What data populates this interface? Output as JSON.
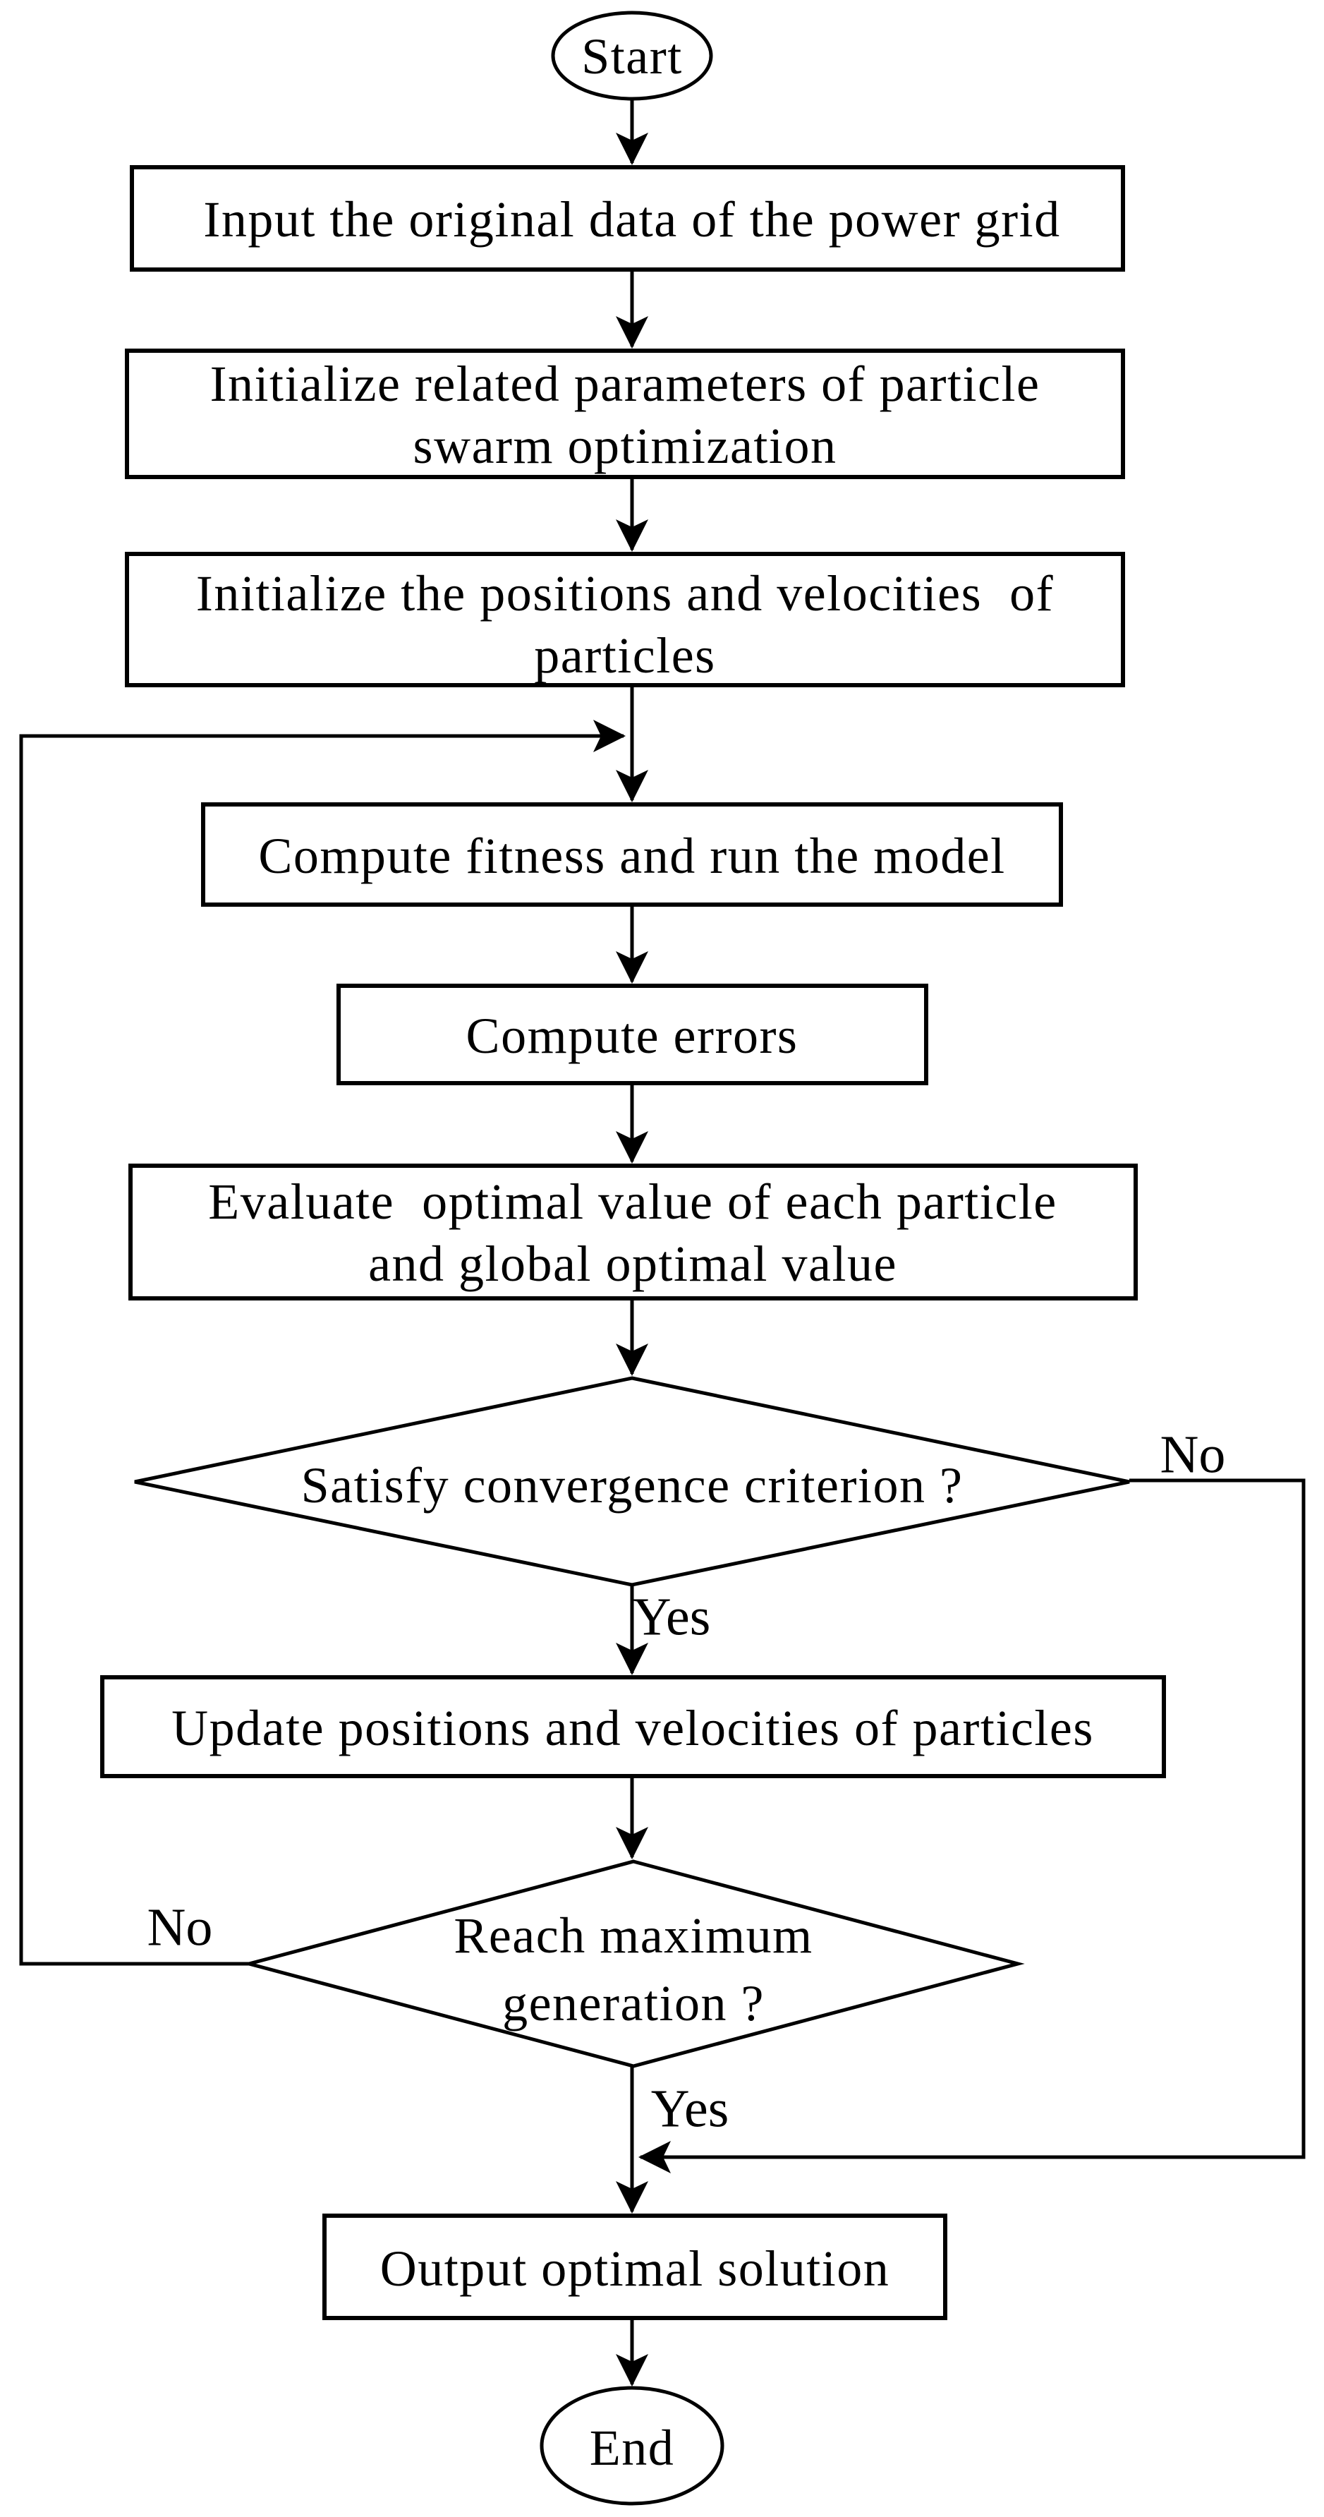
{
  "figure": {
    "type": "flowchart",
    "colors": {
      "background": "#ffffff",
      "stroke": "#000000",
      "text": "#000000"
    },
    "nodes": {
      "start": {
        "shape": "terminator",
        "label": "Start"
      },
      "input_data": {
        "shape": "process",
        "label": "Input the original data of the power grid"
      },
      "init_params": {
        "shape": "process",
        "line1": "Initialize related parameters of particle",
        "line2": "swarm optimization"
      },
      "init_positions": {
        "shape": "process",
        "line1": "Initialize the positions and velocities  of",
        "line2": "particles"
      },
      "compute_fitness": {
        "shape": "process",
        "label": "Compute fitness and run the model"
      },
      "compute_errors": {
        "shape": "process",
        "label": "Compute errors"
      },
      "evaluate_optimal": {
        "shape": "process",
        "line1": "Evaluate  optimal value of each particle",
        "line2": "and global optimal value"
      },
      "convergence_decision": {
        "shape": "decision",
        "label": "Satisfy convergence criterion ?"
      },
      "update_particles": {
        "shape": "process",
        "label": "Update positions and velocities of particles"
      },
      "generation_decision": {
        "shape": "decision",
        "line1": "Reach maximum",
        "line2": "generation ?"
      },
      "output_solution": {
        "shape": "process",
        "label": "Output optimal solution"
      },
      "end": {
        "shape": "terminator",
        "label": "End"
      }
    },
    "edge_labels": {
      "convergence_no": "No",
      "convergence_yes": "Yes",
      "generation_no": "No",
      "generation_yes": "Yes"
    },
    "edges": [
      {
        "from": "start",
        "to": "input_data"
      },
      {
        "from": "input_data",
        "to": "init_params"
      },
      {
        "from": "init_params",
        "to": "init_positions"
      },
      {
        "from": "init_positions",
        "to": "compute_fitness"
      },
      {
        "from": "compute_fitness",
        "to": "compute_errors"
      },
      {
        "from": "compute_errors",
        "to": "evaluate_optimal"
      },
      {
        "from": "evaluate_optimal",
        "to": "convergence_decision"
      },
      {
        "from": "convergence_decision",
        "to": "update_particles",
        "label": "Yes"
      },
      {
        "from": "convergence_decision",
        "to": "output_solution",
        "label": "No"
      },
      {
        "from": "update_particles",
        "to": "generation_decision"
      },
      {
        "from": "generation_decision",
        "to": "compute_fitness",
        "label": "No"
      },
      {
        "from": "generation_decision",
        "to": "output_solution",
        "label": "Yes"
      },
      {
        "from": "output_solution",
        "to": "end"
      }
    ]
  }
}
